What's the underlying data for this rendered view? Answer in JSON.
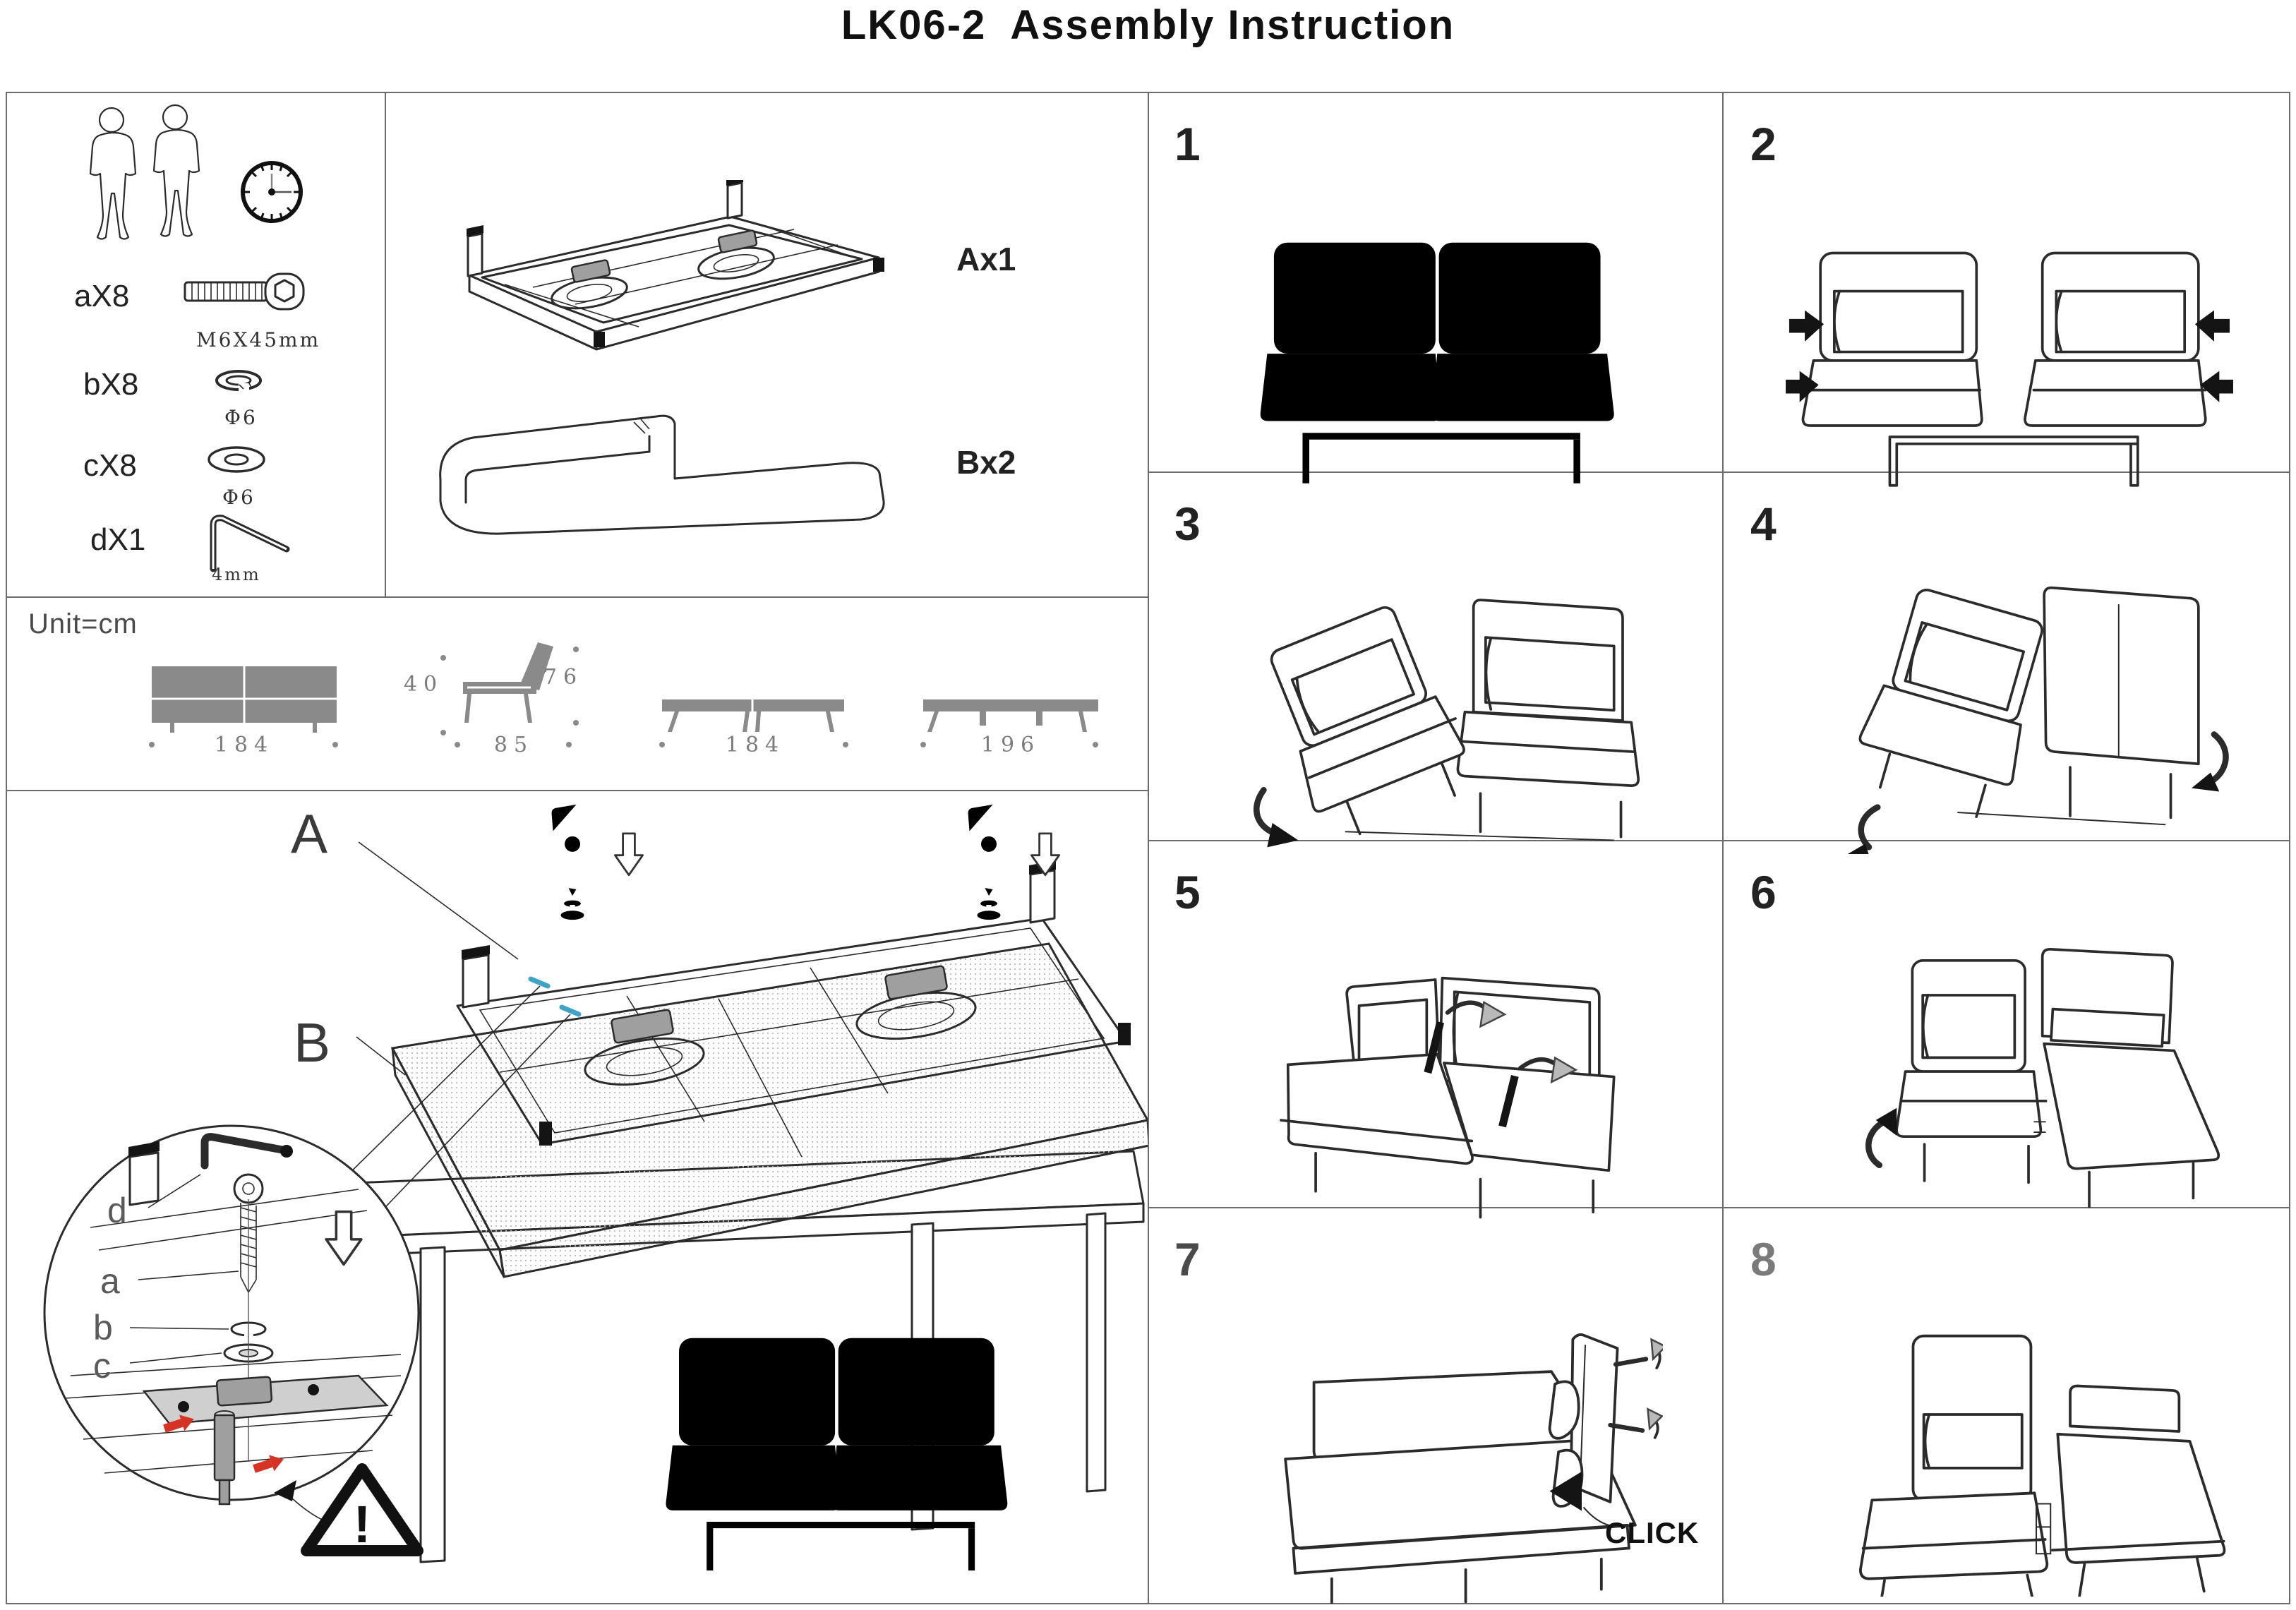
{
  "title": "LK06-2  Assembly Instruction",
  "parts_panel": {
    "parts": [
      {
        "label": "aX8",
        "spec": "M6X45mm"
      },
      {
        "label": "bX8",
        "spec": "Φ6"
      },
      {
        "label": "cX8",
        "spec": "Φ6"
      },
      {
        "label": "dX1",
        "spec": "4mm"
      }
    ],
    "frame_label": "Ax1",
    "cushion_label": "Bx2"
  },
  "unit_panel": {
    "unit_label": "Unit=cm",
    "sofa_width": "184",
    "seat_height": "40",
    "back_height": "76",
    "seat_depth": "85",
    "bed_width": "184",
    "bed_length": "196"
  },
  "assembly_panel": {
    "frame_ref": "A",
    "cushion_ref": "B",
    "detail_d": "d",
    "detail_a": "a",
    "detail_b": "b",
    "detail_c": "c",
    "warning": "!"
  },
  "steps": [
    {
      "number": "1"
    },
    {
      "number": "2"
    },
    {
      "number": "3"
    },
    {
      "number": "4"
    },
    {
      "number": "5"
    },
    {
      "number": "6"
    },
    {
      "number": "7",
      "note": "CLICK"
    },
    {
      "number": "8"
    }
  ]
}
